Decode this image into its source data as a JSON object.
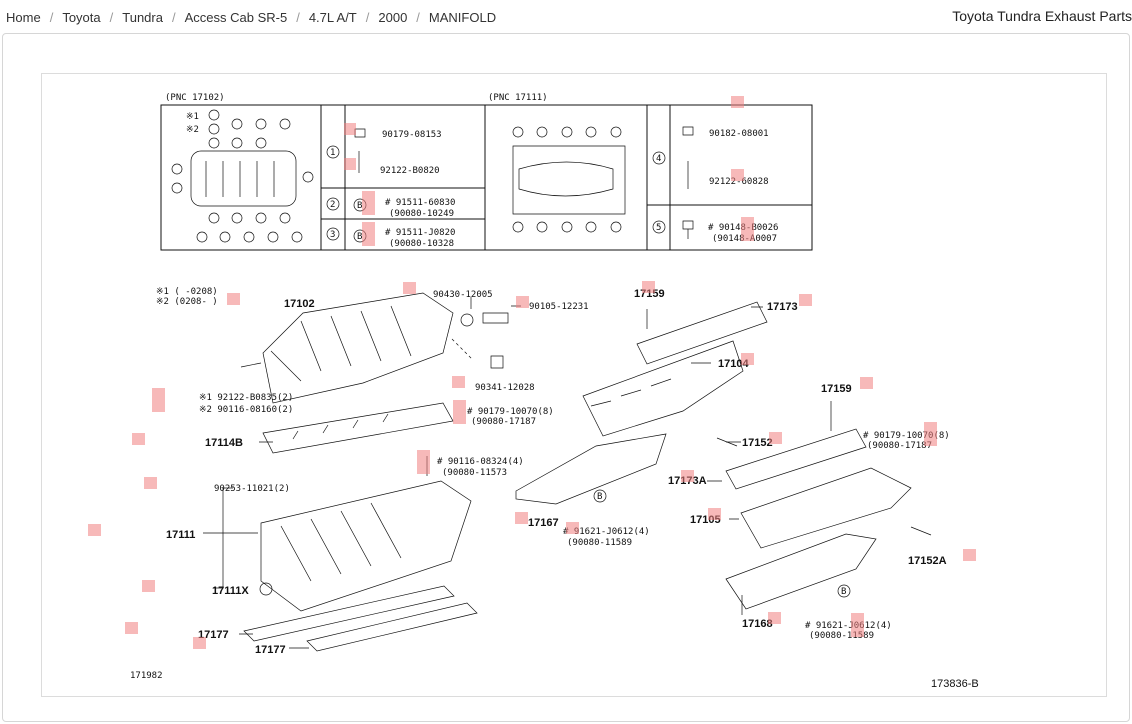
{
  "breadcrumb": [
    "Home",
    "Toyota",
    "Tundra",
    "Access Cab SR-5",
    "4.7L A/T",
    "2000",
    "MANIFOLD"
  ],
  "page_title": "Toyota Tundra Exhaust Parts",
  "table": {
    "pnc_left": "(PNC 17102)",
    "pnc_right": "(PNC 17111)",
    "note1": "※1",
    "note2": "※2",
    "row1_parts": [
      "90179-08153",
      "92122-B0820"
    ],
    "row2_parts": [
      "# 91511-60830",
      "(90080-10249"
    ],
    "row3_parts": [
      "# 91511-J0820",
      "(90080-10328"
    ],
    "r4_parts": [
      "90182-08001",
      "92122-60828"
    ],
    "r5_parts": [
      "# 90148-B0026",
      "(90148-A0007"
    ],
    "nums": [
      "1",
      "2",
      "3",
      "4",
      "5"
    ],
    "b": "B"
  },
  "labels": {
    "note_range1": "※1 (      -0208)",
    "note_range2": "※2 (0208-      )",
    "p17102": "17102",
    "p90430": "90430-12005",
    "p90105": "90105-12231",
    "p90341": "90341-12028",
    "p17159a": "17159",
    "p17173": "17173",
    "p17104": "17104",
    "p17159b": "17159",
    "n92122": "※1 92122-B0835(2)",
    "n90116": "※2 90116-08160(2)",
    "p90179a": "# 90179-10070(8)",
    "p90080a": "(90080-17187",
    "p17114b": "17114B",
    "p90116b": "# 90116-08324(4)",
    "p90080b": "(90080-11573",
    "p90253": "90253-11021(2)",
    "p17111": "17111",
    "p17111x": "17111X",
    "p17167": "17167",
    "p91621a": "# 91621-J0612(4)",
    "p90080c": "(90080-11589",
    "p17152": "17152",
    "p90179b": "# 90179-10070(8)",
    "p90080d": "(90080-17187",
    "p17173a": "17173A",
    "p17105": "17105",
    "p17152a": "17152A",
    "p17168": "17168",
    "p91621b": "# 91621-J0612(4)",
    "p90080e": "(90080-11589",
    "p17177a": "17177",
    "p17177b": "17177",
    "b_mark": "B",
    "fig_left": "171982",
    "fig_right": "173836-B"
  }
}
